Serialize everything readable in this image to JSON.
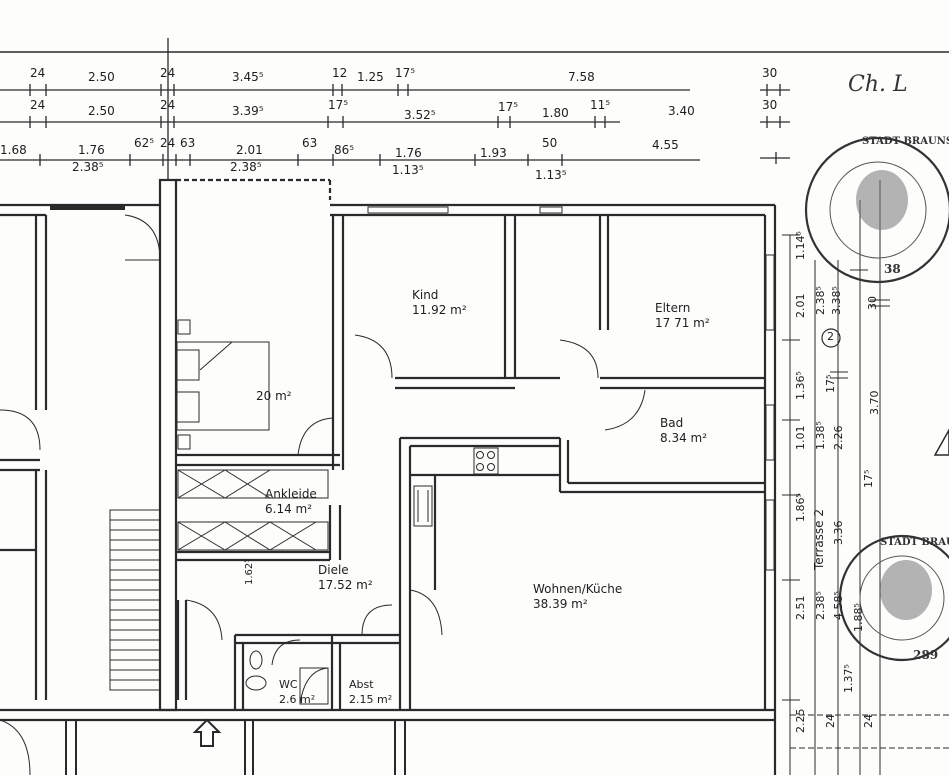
{
  "plan": {
    "rooms": [
      {
        "name": "Kind",
        "area": "11.92 m²"
      },
      {
        "name": "Eltern",
        "area": "17 71 m²"
      },
      {
        "name": "",
        "area": "20 m²"
      },
      {
        "name": "Bad",
        "area": "8.34 m²"
      },
      {
        "name": "Ankleide",
        "area": "6.14 m²"
      },
      {
        "name": "Diele",
        "area": "17.52 m²"
      },
      {
        "name": "Wohnen/Küche",
        "area": "38.39 m²"
      },
      {
        "name": "WC",
        "area": "2.6 m²"
      },
      {
        "name": "Abst",
        "area": "2.15 m²"
      }
    ],
    "dim_row1": [
      "24",
      "2.50",
      "24",
      "3.45⁵",
      "12",
      "1.25",
      "17⁵",
      "7.58",
      "30"
    ],
    "dim_row2": [
      "24",
      "2.50",
      "24",
      "3.39⁵",
      "17⁵",
      "3.52⁵",
      "17⁵",
      "1.80",
      "11⁵",
      "3.40",
      "30"
    ],
    "dim_row3": [
      "1.68",
      "1.76",
      "62⁵",
      "24",
      "63",
      "2.01",
      "63",
      "86⁵",
      "1.76",
      "1.93",
      "50",
      "4.55"
    ],
    "dim_row3_sub": [
      "2.38⁵",
      "2.38⁵",
      "1.13⁵",
      "1.13⁵"
    ],
    "right_dims": [
      "1.14⁵",
      "2.01",
      "2.38⁵",
      "3.38⁵",
      "30",
      "1.36⁵",
      "17⁵",
      "3.70",
      "1.01",
      "1.38⁵",
      "2.26",
      "1.86⁵",
      "3.36",
      "17⁵",
      "2.51",
      "2.38⁵",
      "4.58⁵",
      "1.88⁵",
      "1.37⁵",
      "2.25",
      "24",
      "24"
    ],
    "side_labels": [
      "Terrasse 2",
      "1.62⁵"
    ],
    "marker": "2",
    "stamps": [
      {
        "text": "STADT BRAUNSCHWEIG",
        "number": "38"
      },
      {
        "text": "STADT BRAUNSCHWEIG",
        "number": "289"
      }
    ],
    "signature": "Ch. L"
  }
}
